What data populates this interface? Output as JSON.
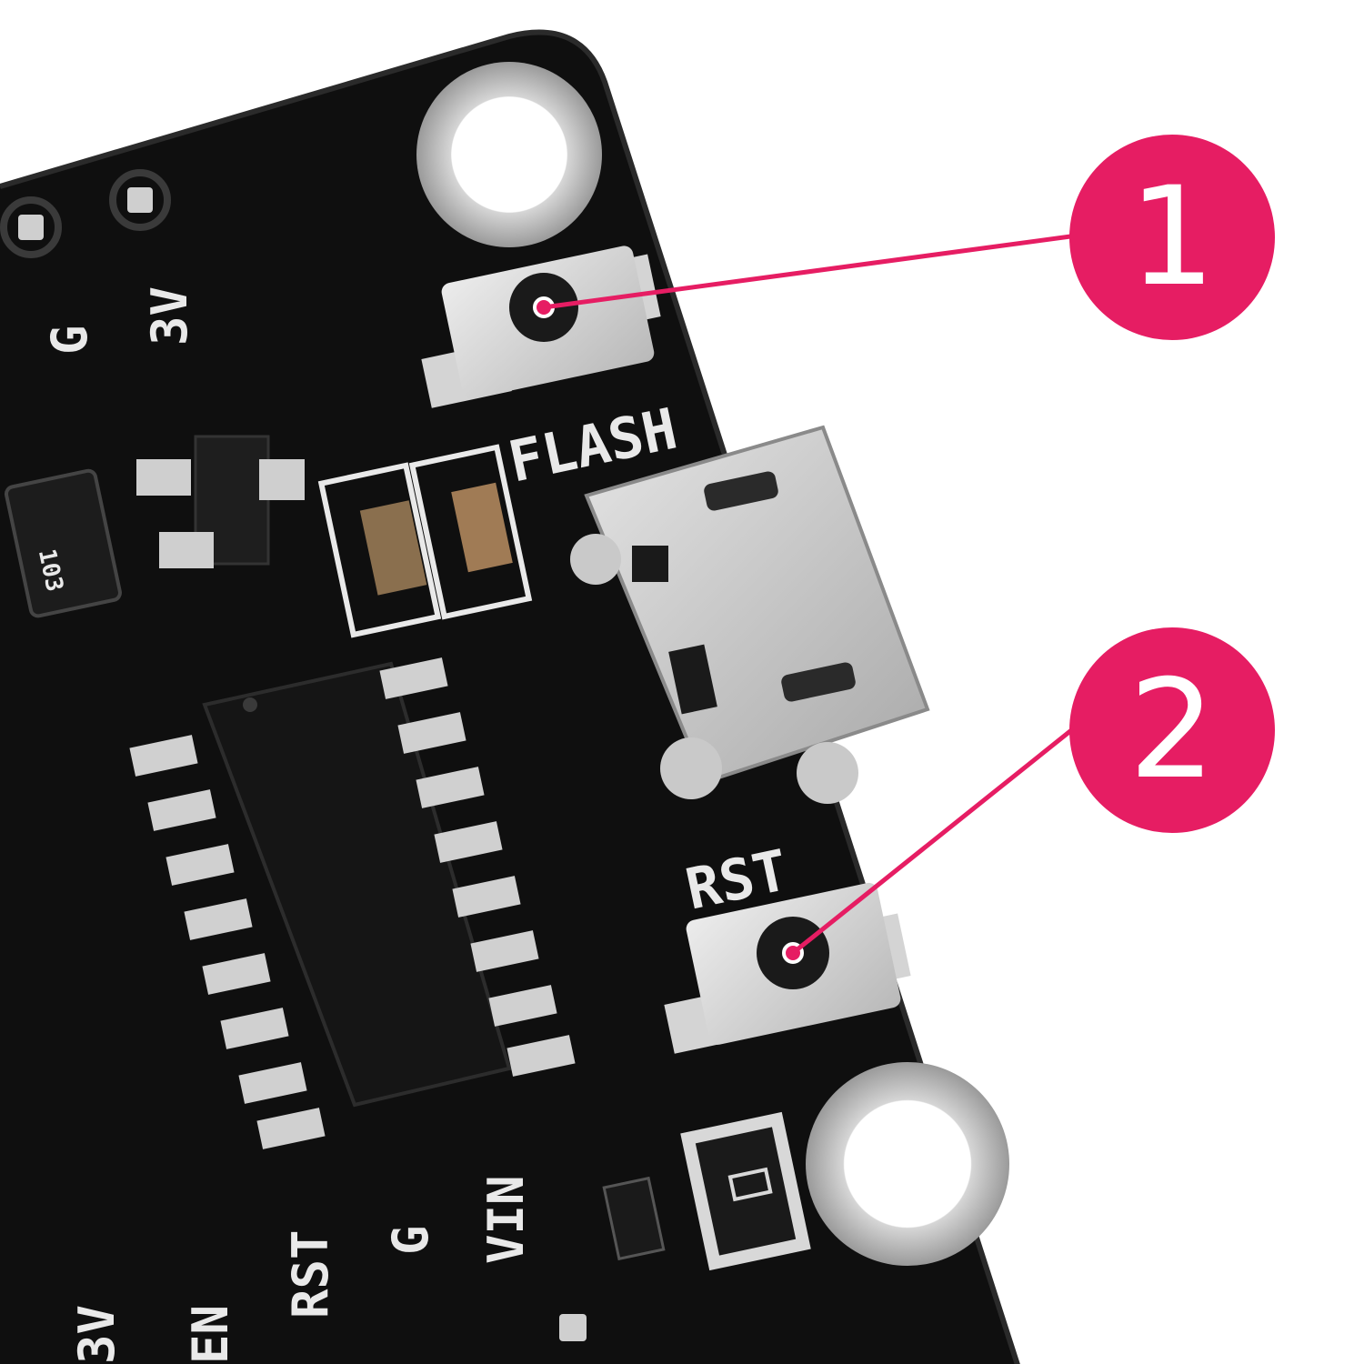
{
  "board": {
    "labels": {
      "flash": "FLASH",
      "rst": "RST",
      "three_v_top": "3V",
      "g_top": "G",
      "vin": "VIN",
      "g_bottom": "G",
      "rst_bottom": "RST",
      "en": "EN",
      "three_v_bottom": "3V",
      "resistor_code": "103"
    },
    "colors": {
      "pcb": "#101010",
      "silkscreen": "#e9e9e9",
      "metal": "#c8c8c8",
      "callout": "#e61d63"
    }
  },
  "callouts": [
    {
      "number": "1",
      "target": "flash-button"
    },
    {
      "number": "2",
      "target": "rst-button"
    }
  ]
}
